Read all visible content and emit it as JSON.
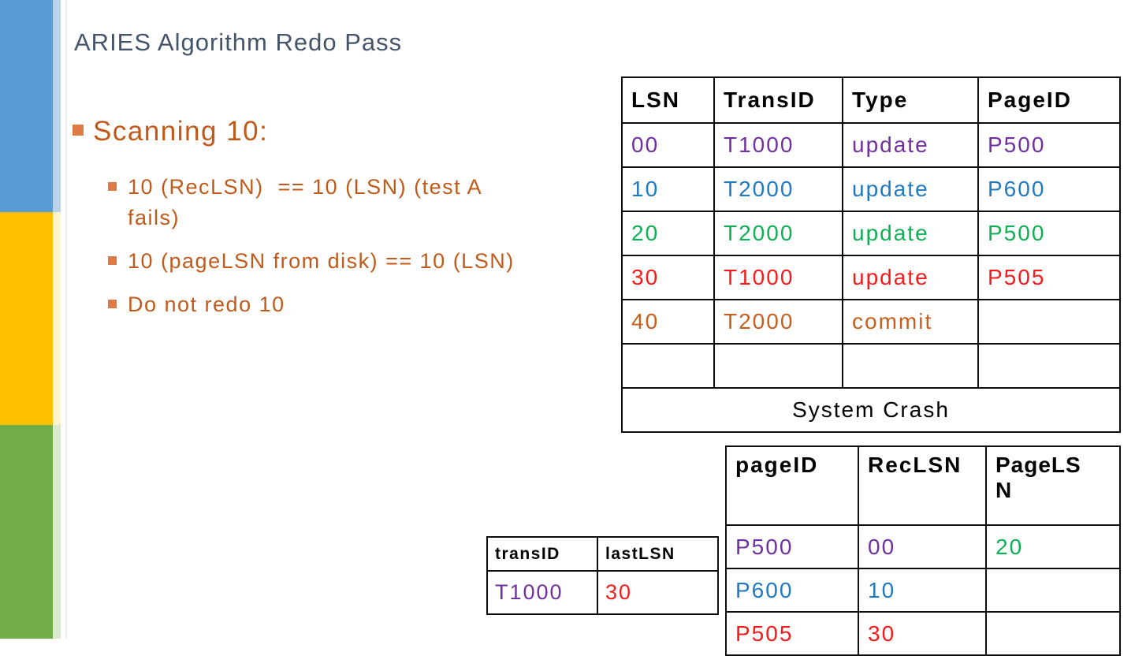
{
  "slide": {
    "title": "ARIES Algorithm Redo Pass",
    "heading": "Scanning 10:",
    "sub_bullets": [
      "10 (RecLSN)  == 10 (LSN) (test A\nfails)",
      "10 (pageLSN from disk) == 10 (LSN)",
      "Do not redo 10"
    ]
  },
  "log_table": {
    "headers": [
      "LSN",
      "TransID",
      "Type",
      "PageID"
    ],
    "rows": [
      {
        "color": "#7030A0",
        "cells": [
          "00",
          "T1000",
          "update",
          "P500"
        ]
      },
      {
        "color": "#1F7AC2",
        "cells": [
          "10",
          "T2000",
          "update",
          "P600"
        ]
      },
      {
        "color": "#0FAF54",
        "cells": [
          "20",
          "T2000",
          "update",
          "P500"
        ]
      },
      {
        "color": "#F31B1B",
        "cells": [
          "30",
          "T1000",
          "update",
          "P505"
        ]
      },
      {
        "color": "#C55F1F",
        "cells": [
          "40",
          "T2000",
          "commit",
          ""
        ]
      },
      {
        "color": "#000000",
        "cells": [
          "",
          "",
          "",
          ""
        ]
      }
    ],
    "footer": "System Crash"
  },
  "dirty_page_table": {
    "headers": [
      "pageID",
      "RecLSN",
      "PageLSN"
    ],
    "rows": [
      {
        "cells": [
          {
            "text": "P500",
            "color": "#7030A0"
          },
          {
            "text": "00",
            "color": "#7030A0"
          },
          {
            "text": "20",
            "color": "#0FAF54"
          }
        ]
      },
      {
        "cells": [
          {
            "text": "P600",
            "color": "#1F7AC2"
          },
          {
            "text": "10",
            "color": "#1F7AC2"
          },
          {
            "text": "",
            "color": ""
          }
        ]
      },
      {
        "cells": [
          {
            "text": "P505",
            "color": "#F31B1B"
          },
          {
            "text": "30",
            "color": "#F31B1B"
          },
          {
            "text": "",
            "color": ""
          }
        ]
      }
    ]
  },
  "transaction_table": {
    "headers": [
      "transID",
      "lastLSN"
    ],
    "rows": [
      {
        "cells": [
          {
            "text": "T1000",
            "color": "#7030A0"
          },
          {
            "text": "30",
            "color": "#F31B1B"
          }
        ]
      }
    ]
  },
  "colors": {
    "title_text": "#44546A",
    "bullet_text": "#C05A1A",
    "bullet_marker": "#DE7B45",
    "sidebar_blue": "#5B9BD5",
    "sidebar_yellow": "#FFC000",
    "sidebar_green": "#70AD47",
    "sidebar_blue_light": "#BDD3EA",
    "sidebar_yellow_light": "#FDF3CE",
    "sidebar_green_light": "#DBE9D3"
  }
}
